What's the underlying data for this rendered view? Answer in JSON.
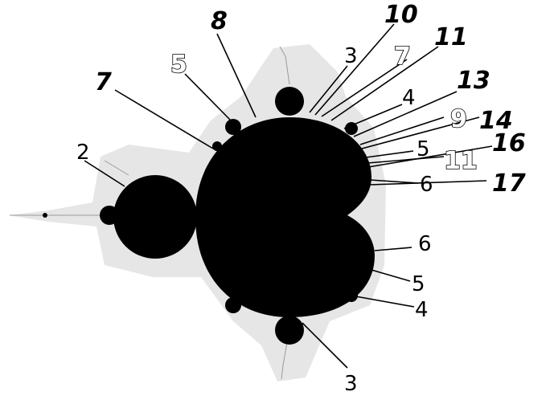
{
  "diagram": {
    "colors": {
      "set": "#000000",
      "halo": "#e6e6e6",
      "filament": "#9a9a9a",
      "background": "#ffffff"
    },
    "labels": {
      "l2": "2",
      "l3_top": "3",
      "l3_bottom": "3",
      "l4_top": "4",
      "l4_bottom": "4",
      "l5_top_outline": "5",
      "l5_right": "5",
      "l5_bottom": "5",
      "l6_top": "6",
      "l6_right": "6",
      "l7_left": "7",
      "l7_top_outline": "7",
      "l8": "8",
      "l9_outline": "9",
      "l10": "10",
      "l11_top": "11",
      "l11_outline": "11",
      "l13": "13",
      "l14": "14",
      "l16": "16",
      "l17": "17"
    }
  }
}
